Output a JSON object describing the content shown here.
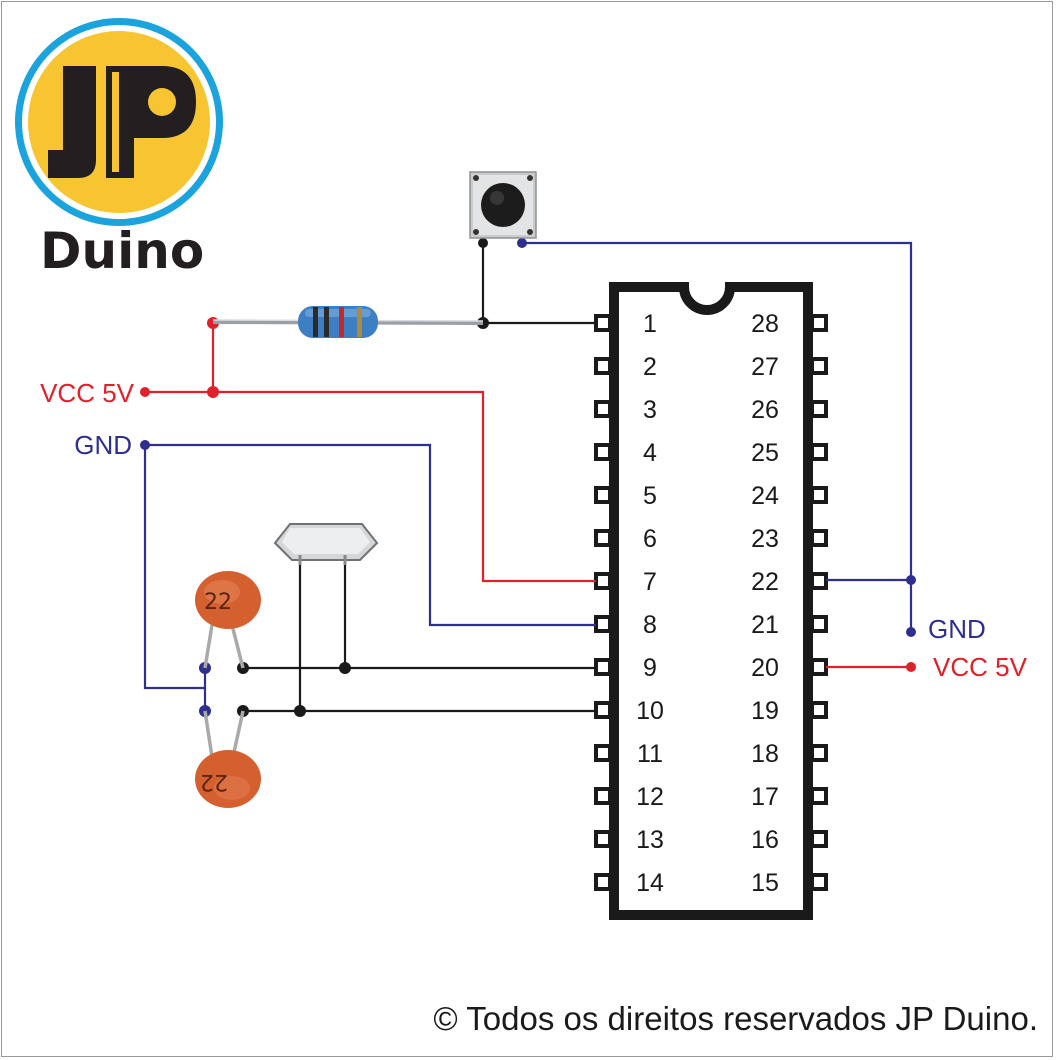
{
  "logo": {
    "letters": "JP",
    "word": "Duino"
  },
  "labels": {
    "vcc_left": "VCC 5V",
    "gnd_left": "GND",
    "gnd_right": "GND",
    "vcc_right": "VCC 5V"
  },
  "capacitors": {
    "top": "22",
    "bottom": "22"
  },
  "chip": {
    "left_pins": [
      "1",
      "2",
      "3",
      "4",
      "5",
      "6",
      "7",
      "8",
      "9",
      "10",
      "11",
      "12",
      "13",
      "14"
    ],
    "right_pins": [
      "28",
      "27",
      "26",
      "25",
      "24",
      "23",
      "22",
      "21",
      "20",
      "19",
      "18",
      "17",
      "16",
      "15"
    ]
  },
  "colors": {
    "vcc": "#e0202a",
    "gnd": "#2e2f8f",
    "wire": "#1a1a1a",
    "logo_yellow": "#f7c531",
    "logo_blue": "#1aa3dc"
  },
  "footer": {
    "copyright": "© Todos os direitos reservados JP Duino."
  }
}
